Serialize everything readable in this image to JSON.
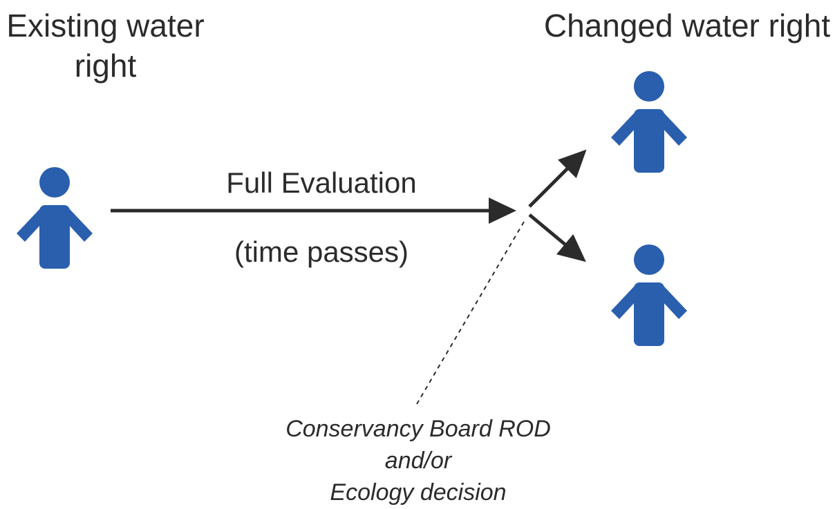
{
  "diagram": {
    "existing_label_lines": [
      "Existing water",
      "right"
    ],
    "changed_label": "Changed water right",
    "process_label": "Full Evaluation",
    "time_label": "(time passes)",
    "decision_note_lines": [
      "Conservancy Board ROD",
      "and/or",
      "Ecology decision"
    ]
  },
  "colors": {
    "person": "#2a5fae",
    "arrow": "#2b2b2b",
    "text": "#2b2b2b"
  },
  "icons": {
    "existing_person": "person-icon",
    "changed_person_a": "person-icon",
    "changed_person_b": "person-icon"
  }
}
